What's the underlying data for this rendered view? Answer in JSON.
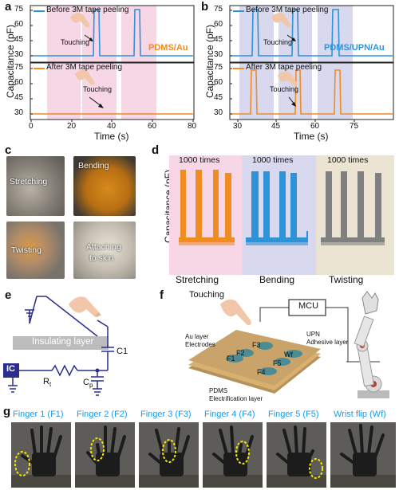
{
  "panel_a": {
    "letter": "a",
    "ylabel": "Capacitance (pF)",
    "xlabel": "Time (s)",
    "top_legend": "Before 3M tape peeling",
    "bottom_legend": "After 3M tape peeling",
    "material": "PDMS/Au",
    "touching_top": "Touching",
    "touching_bottom": "Touching",
    "yticks_top": [
      "30",
      "45",
      "60",
      "75"
    ],
    "yticks_bottom": [
      "30",
      "45",
      "60",
      "75"
    ],
    "xticks": [
      "0",
      "20",
      "40",
      "60",
      "80"
    ]
  },
  "panel_b": {
    "letter": "b",
    "ylabel": "Capacitance (pF)",
    "xlabel": "Time (s)",
    "top_legend": "Before 3M tape peeling",
    "bottom_legend": "After 3M tape peeling",
    "material": "PDMS/UPN/Au",
    "touching_top": "Touching",
    "touching_bottom": "Touching",
    "yticks_top": [
      "30",
      "45",
      "60",
      "75"
    ],
    "yticks_bottom": [
      "30",
      "45",
      "60",
      "75"
    ],
    "xticks": [
      "30",
      "45",
      "60",
      "75"
    ]
  },
  "panel_c": {
    "letter": "c",
    "labels": [
      "Stretching",
      "Bending",
      "Twisting",
      "Attaching to skin"
    ],
    "label_line1": "Attaching",
    "label_line2": "to skin"
  },
  "panel_d": {
    "letter": "d",
    "ylabel": "Capacitance (pF)",
    "groups": [
      {
        "label": "Stretching",
        "note": "1000 times",
        "color": "#f08c21"
      },
      {
        "label": "Bending",
        "note": "1000 times",
        "color": "#2f93d8"
      },
      {
        "label": "Twisting",
        "note": "1000 times",
        "color": "#808080"
      }
    ]
  },
  "panel_e": {
    "letter": "e",
    "insulating": "Insulating layer",
    "ic": "IC",
    "c1": "C1",
    "rt": "R",
    "rt_sub": "t",
    "cp": "C",
    "cp_sub": "p"
  },
  "panel_f": {
    "letter": "f",
    "touching": "Touching",
    "mcu": "MCU",
    "au_layer": "Au layer",
    "electrodes": "Electrodes",
    "upn": "UPN",
    "adhesive": "Adhesive layer",
    "pdms": "PDMS",
    "electrification": "Electrification layer",
    "pads": [
      "F1",
      "F2",
      "F3",
      "F4",
      "F5",
      "Wf"
    ]
  },
  "panel_g": {
    "letter": "g",
    "labels": [
      "Finger 1 (F1)",
      "Finger 2 (F2)",
      "Finger 3 (F3)",
      "Finger 4 (F4)",
      "Finger 5 (F5)",
      "Wrist flip (Wf)"
    ]
  },
  "colors": {
    "orange": "#f08c21",
    "blue": "#2f93d8",
    "pink": "#f7d7e6",
    "lavender": "#d8d8ee",
    "beige": "#ece4d2",
    "label_blue": "#1e9be0",
    "navy": "#2b2e8c"
  }
}
